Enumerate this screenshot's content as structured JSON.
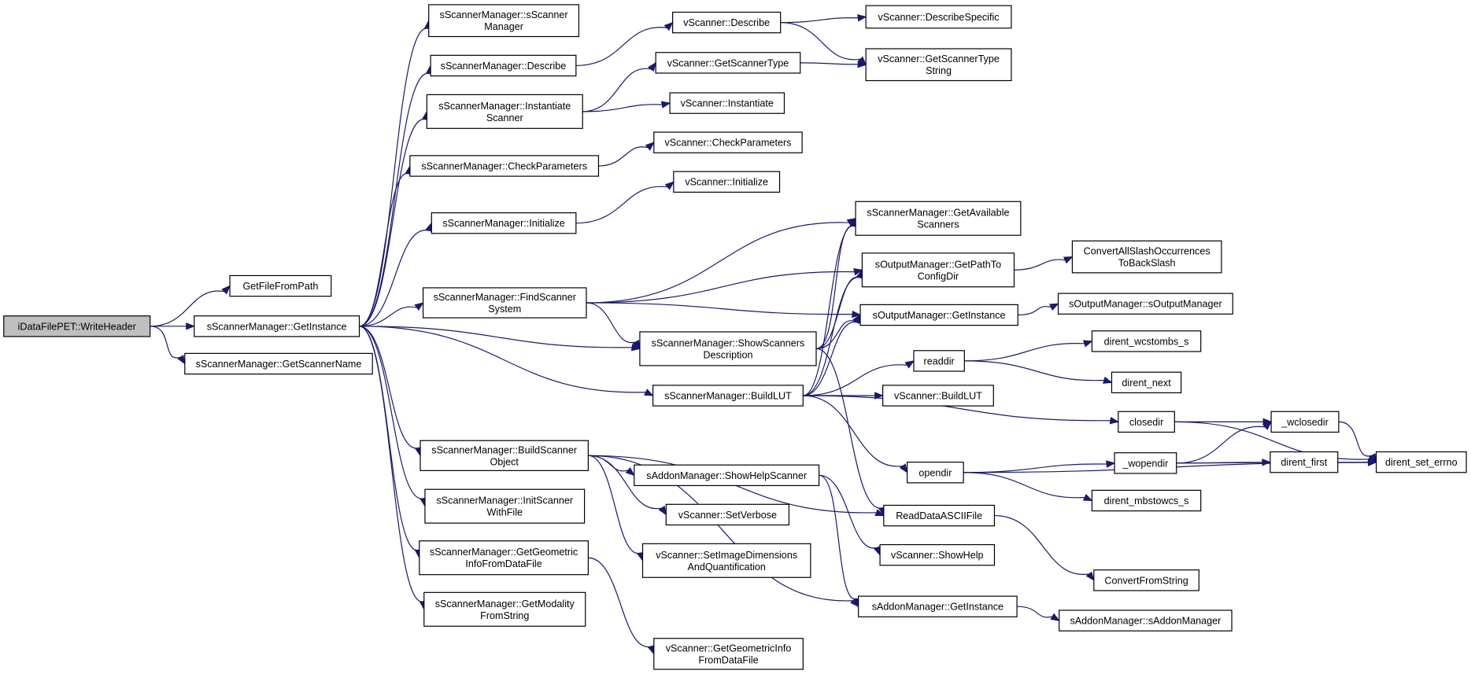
{
  "graph": {
    "colors": {
      "edge": "#191970",
      "node_fill": "#ffffff",
      "node_stroke": "#000000",
      "root_fill": "#bfbfbf",
      "text": "#000000"
    },
    "root": "iDataFilePET::WriteHeader",
    "nodes": [
      {
        "id": "writeheader",
        "lines": [
          "iDataFilePET::WriteHeader"
        ]
      },
      {
        "id": "getfilefrompath",
        "lines": [
          "GetFileFromPath"
        ]
      },
      {
        "id": "sm_getinstance",
        "lines": [
          "sScannerManager::GetInstance"
        ]
      },
      {
        "id": "sm_getscannername",
        "lines": [
          "sScannerManager::GetScannerName"
        ]
      },
      {
        "id": "sm_sscannermanager",
        "lines": [
          "sScannerManager::sScanner",
          "Manager"
        ]
      },
      {
        "id": "sm_describe",
        "lines": [
          "sScannerManager::Describe"
        ]
      },
      {
        "id": "sm_instantiatescanner",
        "lines": [
          "sScannerManager::Instantiate",
          "Scanner"
        ]
      },
      {
        "id": "sm_checkparameters",
        "lines": [
          "sScannerManager::CheckParameters"
        ]
      },
      {
        "id": "sm_initialize",
        "lines": [
          "sScannerManager::Initialize"
        ]
      },
      {
        "id": "sm_findscannersystem",
        "lines": [
          "sScannerManager::FindScanner",
          "System"
        ]
      },
      {
        "id": "sm_buildscannerobject",
        "lines": [
          "sScannerManager::BuildScanner",
          "Object"
        ]
      },
      {
        "id": "sm_initscannerwithfile",
        "lines": [
          "sScannerManager::InitScanner",
          "WithFile"
        ]
      },
      {
        "id": "sm_getgeometricinfo",
        "lines": [
          "sScannerManager::GetGeometric",
          "InfoFromDataFile"
        ]
      },
      {
        "id": "sm_getmodality",
        "lines": [
          "sScannerManager::GetModality",
          "FromString"
        ]
      },
      {
        "id": "vs_describe",
        "lines": [
          "vScanner::Describe"
        ]
      },
      {
        "id": "vs_getscannertype",
        "lines": [
          "vScanner::GetScannerType"
        ]
      },
      {
        "id": "vs_instantiate",
        "lines": [
          "vScanner::Instantiate"
        ]
      },
      {
        "id": "vs_checkparameters",
        "lines": [
          "vScanner::CheckParameters"
        ]
      },
      {
        "id": "vs_initialize",
        "lines": [
          "vScanner::Initialize"
        ]
      },
      {
        "id": "sm_showscannersdesc",
        "lines": [
          "sScannerManager::ShowScanners",
          "Description"
        ]
      },
      {
        "id": "sm_buildlut",
        "lines": [
          "sScannerManager::BuildLUT"
        ]
      },
      {
        "id": "am_showhelpscanner",
        "lines": [
          "sAddonManager::ShowHelpScanner"
        ]
      },
      {
        "id": "vs_setverbose",
        "lines": [
          "vScanner::SetVerbose"
        ]
      },
      {
        "id": "vs_setimagedims",
        "lines": [
          "vScanner::SetImageDimensions",
          "AndQuantification"
        ]
      },
      {
        "id": "vs_getgeometricinfo",
        "lines": [
          "vScanner::GetGeometricInfo",
          "FromDataFile"
        ]
      },
      {
        "id": "vs_describespecific",
        "lines": [
          "vScanner::DescribeSpecific"
        ]
      },
      {
        "id": "vs_getscannertypestring",
        "lines": [
          "vScanner::GetScannerType",
          "String"
        ]
      },
      {
        "id": "sm_getavailablescanners",
        "lines": [
          "sScannerManager::GetAvailable",
          "Scanners"
        ]
      },
      {
        "id": "om_getpathtoconfigdir",
        "lines": [
          "sOutputManager::GetPathTo",
          "ConfigDir"
        ]
      },
      {
        "id": "om_getinstance",
        "lines": [
          "sOutputManager::GetInstance"
        ]
      },
      {
        "id": "readdir",
        "lines": [
          "readdir"
        ]
      },
      {
        "id": "vs_buildlut",
        "lines": [
          "vScanner::BuildLUT"
        ]
      },
      {
        "id": "closedir",
        "lines": [
          "closedir"
        ]
      },
      {
        "id": "opendir",
        "lines": [
          "opendir"
        ]
      },
      {
        "id": "readdataasciifile",
        "lines": [
          "ReadDataASCIIFile"
        ]
      },
      {
        "id": "vs_showhelp",
        "lines": [
          "vScanner::ShowHelp"
        ]
      },
      {
        "id": "am_getinstance",
        "lines": [
          "sAddonManager::GetInstance"
        ]
      },
      {
        "id": "convertallslash",
        "lines": [
          "ConvertAllSlashOccurrences",
          "ToBackSlash"
        ]
      },
      {
        "id": "om_soutputmanager",
        "lines": [
          "sOutputManager::sOutputManager"
        ]
      },
      {
        "id": "dirent_wcstombs_s",
        "lines": [
          "dirent_wcstombs_s"
        ]
      },
      {
        "id": "dirent_next",
        "lines": [
          "dirent_next"
        ]
      },
      {
        "id": "wclosedir",
        "lines": [
          "_wclosedir"
        ]
      },
      {
        "id": "wopendir",
        "lines": [
          "_wopendir"
        ]
      },
      {
        "id": "dirent_mbstowcs_s",
        "lines": [
          "dirent_mbstowcs_s"
        ]
      },
      {
        "id": "convertfromstring",
        "lines": [
          "ConvertFromString"
        ]
      },
      {
        "id": "am_saddonmanager",
        "lines": [
          "sAddonManager::sAddonManager"
        ]
      },
      {
        "id": "dirent_first",
        "lines": [
          "dirent_first"
        ]
      },
      {
        "id": "dirent_set_errno",
        "lines": [
          "dirent_set_errno"
        ]
      }
    ]
  }
}
